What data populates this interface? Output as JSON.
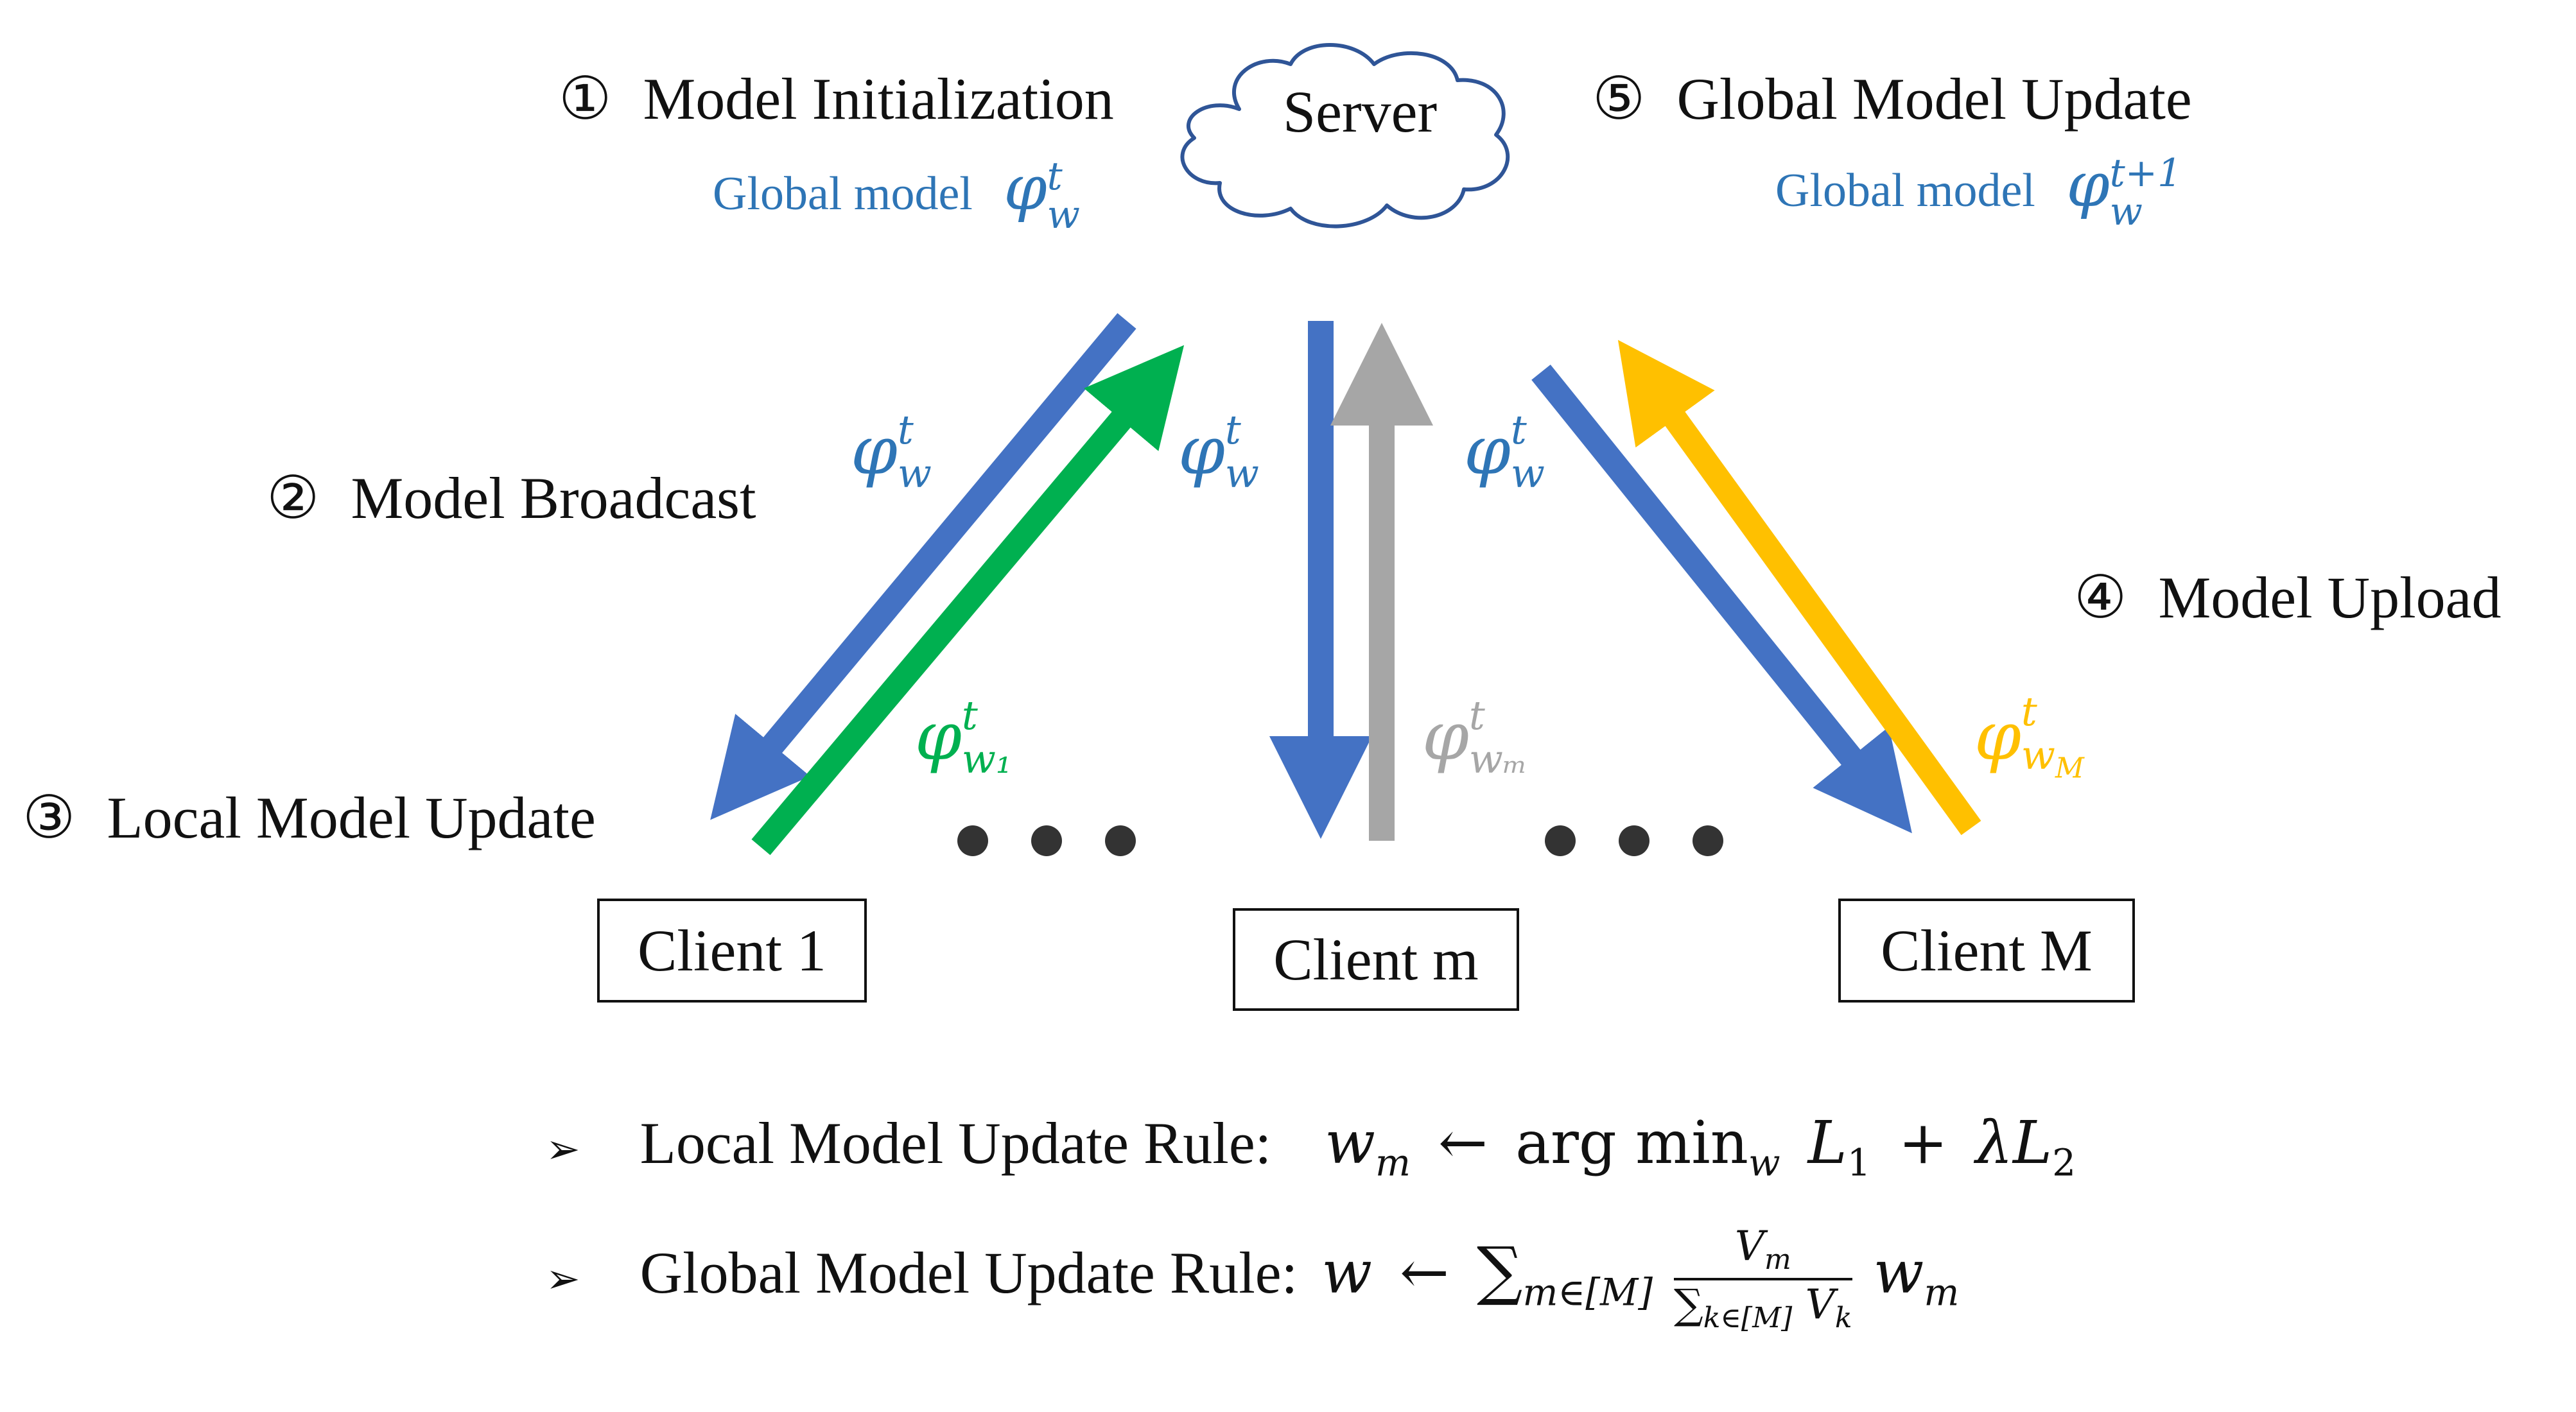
{
  "server": {
    "label": "Server"
  },
  "steps": {
    "s1": {
      "num": "①",
      "label": "Model Initialization",
      "sub_label": "Global model",
      "sub_symbol": "φ",
      "sub_sup": "t",
      "sub_sub": "w"
    },
    "s2": {
      "num": "②",
      "label": "Model Broadcast"
    },
    "s3": {
      "num": "③",
      "label": "Local Model Update"
    },
    "s4": {
      "num": "④",
      "label": "Model Upload"
    },
    "s5": {
      "num": "⑤",
      "label": "Global Model Update",
      "sub_label": "Global model",
      "sub_symbol": "φ",
      "sub_sup": "t+1",
      "sub_sub": "w"
    }
  },
  "clients": {
    "c1": {
      "label": "Client 1"
    },
    "cm": {
      "label": "Client m"
    },
    "cM": {
      "label": "Client M"
    }
  },
  "arrow_labels": {
    "down1": {
      "symbol": "φ",
      "sup": "t",
      "sub": "w"
    },
    "downm": {
      "symbol": "φ",
      "sup": "t",
      "sub": "w"
    },
    "downM": {
      "symbol": "φ",
      "sup": "t",
      "sub": "w"
    },
    "up1": {
      "symbol": "φ",
      "sup": "t",
      "sub": "w₁"
    },
    "upm": {
      "symbol": "φ",
      "sup": "t",
      "sub": "wₘ"
    },
    "upM": {
      "symbol": "φ",
      "sup": "t",
      "sub": "w_M",
      "sub_main": "w",
      "sub_sub": "M"
    }
  },
  "rules": {
    "bullet": "➢",
    "local": {
      "label": "Local Model Update Rule:",
      "lhs": "w",
      "lhs_sub": "m",
      "arrow": "←",
      "op": "arg min",
      "op_sub": "w",
      "t1": "L",
      "t1_sub": "1",
      "plus": "+",
      "t2": "λL",
      "t2_sub": "2"
    },
    "global": {
      "label": "Global Model Update Rule:",
      "lhs": "w",
      "arrow": "←",
      "sum": "∑",
      "sum_sub": "m∈[M]",
      "num": "V",
      "num_sub": "m",
      "den_sum": "∑",
      "den_sum_sub": "k∈[M]",
      "den": "V",
      "den_sub": "k",
      "tail": "w",
      "tail_sub": "m"
    }
  },
  "colors": {
    "blue": "#4472C4",
    "green": "#00B050",
    "gray": "#A6A6A6",
    "yellow": "#FFC000",
    "label_blue": "#2E75B6",
    "dots": "#333333"
  },
  "ellipsis": "• • •"
}
